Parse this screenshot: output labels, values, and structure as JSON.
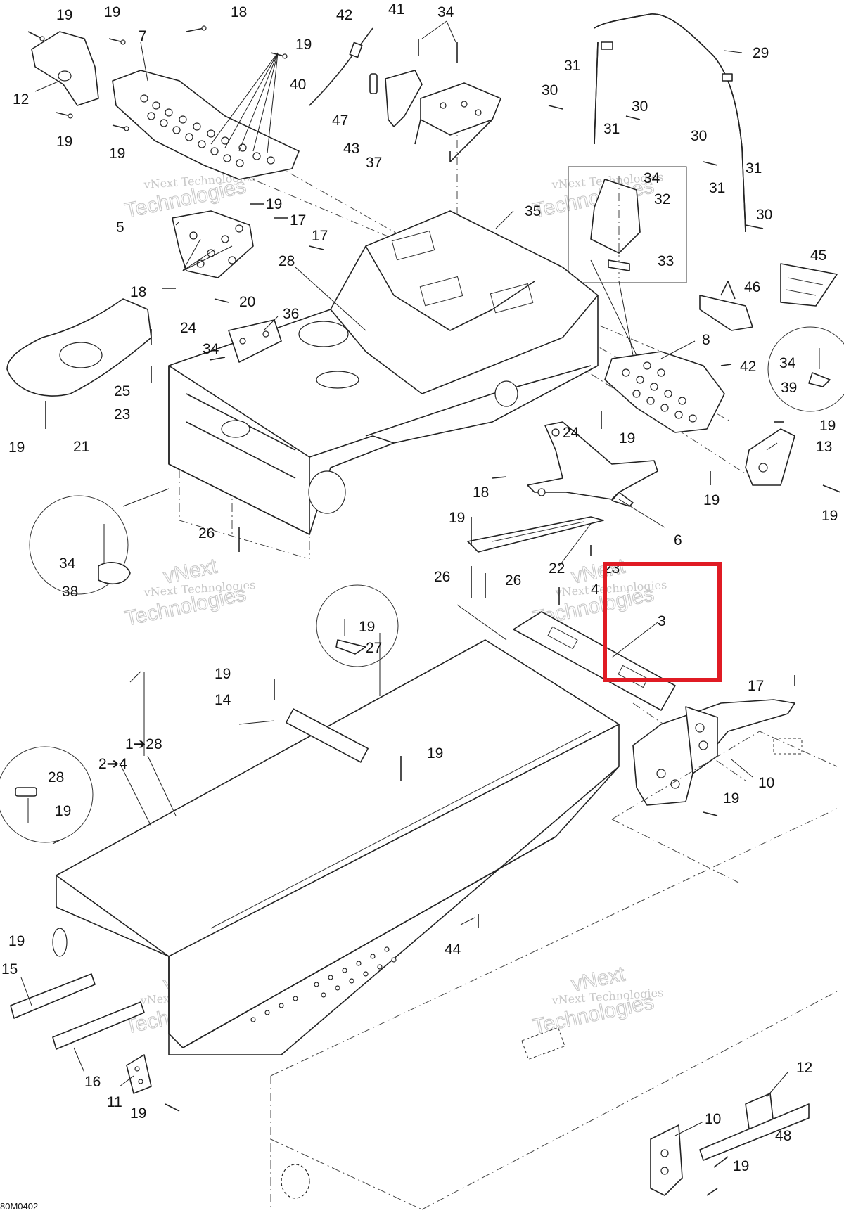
{
  "drawing_code": "80M0402",
  "highlight_color": "#e01b24",
  "watermark": {
    "line1": "vNext Technologies",
    "line2": "Technologies",
    "line3": "vNext"
  },
  "callouts": {
    "c19a": "19",
    "c19b": "19",
    "c18a": "18",
    "c7": "7",
    "c19c": "19",
    "c12a": "12",
    "c19d": "19",
    "c19e": "19",
    "c42a": "42",
    "c41": "41",
    "c34a": "34",
    "c40": "40",
    "c47": "47",
    "c43": "43",
    "c37": "37",
    "c29": "29",
    "c31a": "31",
    "c30a": "30",
    "c30b": "30",
    "c31b": "31",
    "c30c": "30",
    "c31c": "31",
    "c31d": "31",
    "c30d": "30",
    "c34b": "34",
    "c32": "32",
    "c33": "33",
    "c45": "45",
    "c46": "46",
    "c19f": "19",
    "c5": "5",
    "c17a": "17",
    "c17b": "17",
    "c28a": "28",
    "c35": "35",
    "c18b": "18",
    "c20": "20",
    "c24a": "24",
    "c36": "36",
    "c34c": "34",
    "c25": "25",
    "c23a": "23",
    "c19g": "19",
    "c21": "21",
    "c8": "8",
    "c42b": "42",
    "c34d": "34",
    "c39": "39",
    "c24b": "24",
    "c19h": "19",
    "c19i": "19",
    "c13": "13",
    "c18c": "18",
    "c19j": "19",
    "c19k": "19",
    "c26a": "26",
    "c6": "6",
    "c34e": "34",
    "c38": "38",
    "c19l": "19",
    "c22": "22",
    "c23b": "23",
    "c26b": "26",
    "c26c": "26",
    "c4": "4",
    "c3": "3",
    "c19m": "19",
    "c27": "27",
    "c19n": "19",
    "c14": "14",
    "c17c": "17",
    "c1to28": "1➔28",
    "c2to4": "2➔4",
    "c19o": "19",
    "c10a": "10",
    "c28b": "28",
    "c19p": "19",
    "c19q": "19",
    "c19r": "19",
    "c44": "44",
    "c15": "15",
    "c16": "16",
    "c11": "11",
    "c19s": "19",
    "c12b": "12",
    "c10b": "10",
    "c48": "48",
    "c19t": "19"
  }
}
